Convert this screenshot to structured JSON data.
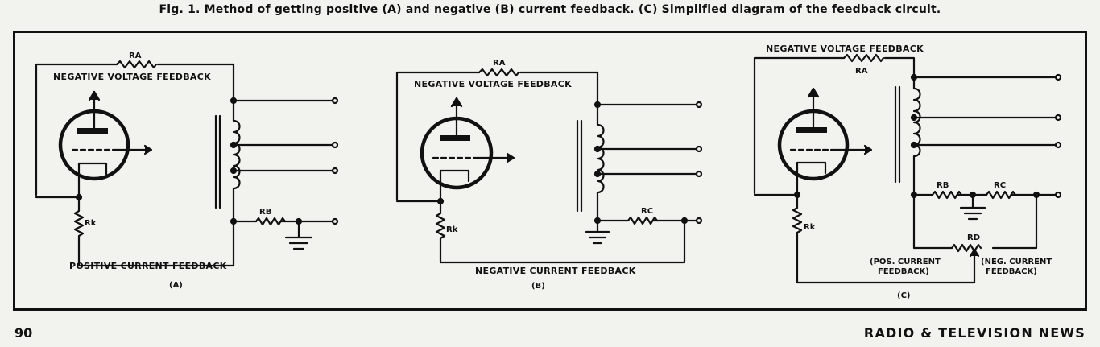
{
  "caption": "Fig. 1. Method of getting positive (A) and negative (B) current feedback. (C) Simplified diagram of the feedback circuit.",
  "footer": {
    "page_number": "90",
    "publication": "RADIO & TELEVISION NEWS"
  },
  "panel_a": {
    "label": "(A)",
    "ra": "RA",
    "rb": "RB",
    "rk": "Rk",
    "top_label": "NEGATIVE VOLTAGE FEEDBACK",
    "bottom_label": "POSITIVE CURRENT FEEDBACK"
  },
  "panel_b": {
    "label": "(B)",
    "ra": "RA",
    "rc": "RC",
    "rk": "Rk",
    "top_label": "NEGATIVE VOLTAGE FEEDBACK",
    "bottom_label": "NEGATIVE CURRENT FEEDBACK"
  },
  "panel_c": {
    "label": "(C)",
    "ra": "RA",
    "rb": "RB",
    "rc": "RC",
    "rd": "RD",
    "rk": "Rk",
    "top_label": "NEGATIVE VOLTAGE FEEDBACK",
    "pos_label_1": "(POS. CURRENT",
    "pos_label_2": "FEEDBACK)",
    "neg_label_1": "(NEG. CURRENT",
    "neg_label_2": "FEEDBACK)"
  }
}
